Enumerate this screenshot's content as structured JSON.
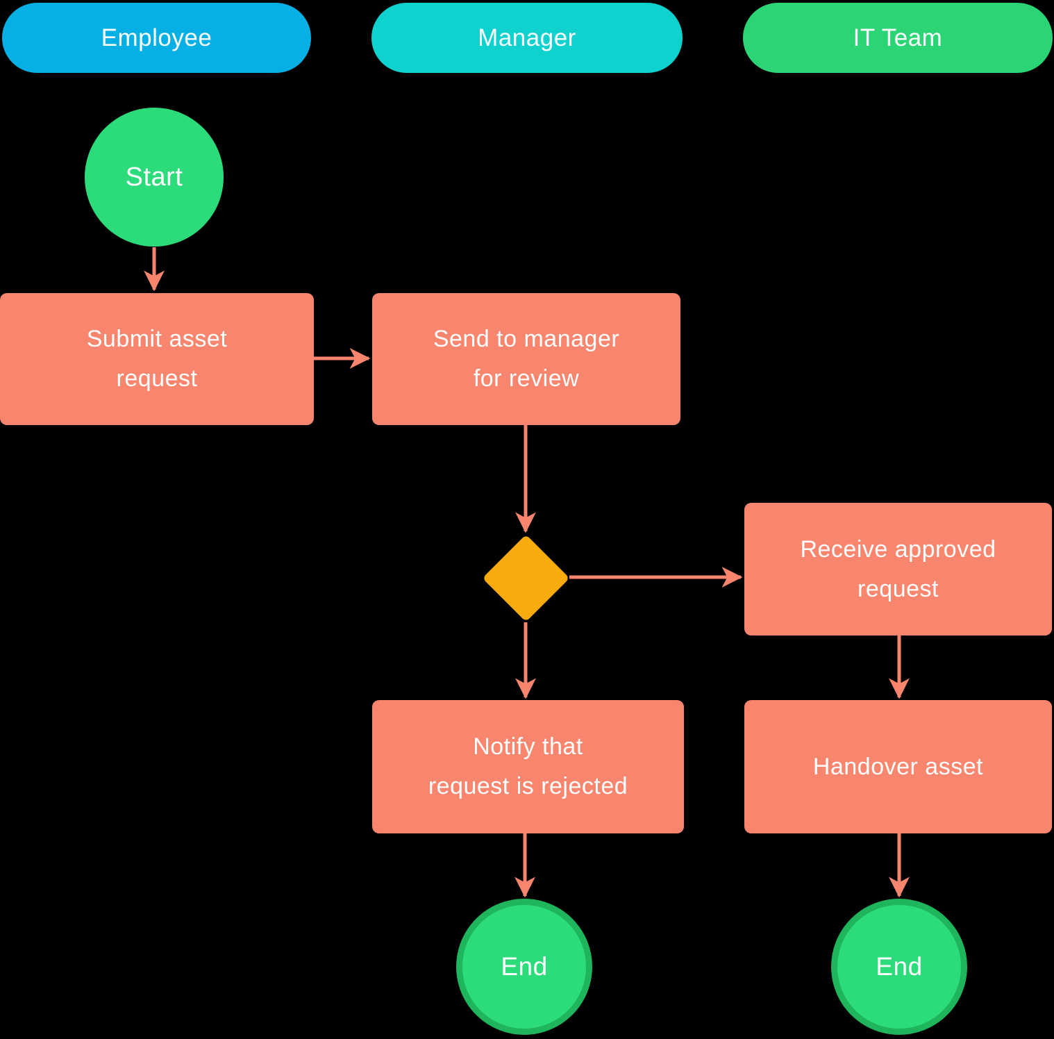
{
  "diagram": {
    "type": "flowchart",
    "background": "#000000",
    "edge_color": "#F8856D",
    "lanes": [
      {
        "id": "employee",
        "label": "Employee",
        "color": "#07B0E4"
      },
      {
        "id": "manager",
        "label": "Manager",
        "color": "#0FD1CD"
      },
      {
        "id": "it-team",
        "label": "IT Team",
        "color": "#2BD474"
      }
    ],
    "nodes": [
      {
        "id": "start",
        "type": "start",
        "lane": "employee",
        "label": "Start",
        "fill": "#2CDC7B"
      },
      {
        "id": "submit-asset-request",
        "type": "process",
        "lane": "employee",
        "label": "Submit asset\nrequest",
        "fill": "#F8856D"
      },
      {
        "id": "send-to-manager",
        "type": "process",
        "lane": "manager",
        "label": "Send to manager\nfor review",
        "fill": "#F8856D"
      },
      {
        "id": "approval-decision",
        "type": "decision",
        "lane": "manager",
        "label": "",
        "fill": "#F9AB0E"
      },
      {
        "id": "receive-approved-request",
        "type": "process",
        "lane": "it-team",
        "label": "Receive approved\nrequest",
        "fill": "#F8856D"
      },
      {
        "id": "notify-rejected",
        "type": "process",
        "lane": "manager",
        "label": "Notify that\nrequest is rejected",
        "fill": "#F8856D"
      },
      {
        "id": "handover-asset",
        "type": "process",
        "lane": "it-team",
        "label": "Handover asset",
        "fill": "#F8856D"
      },
      {
        "id": "end-manager",
        "type": "end",
        "lane": "manager",
        "label": "End",
        "fill": "#2CDC7B",
        "border": "#1FB55C"
      },
      {
        "id": "end-it-team",
        "type": "end",
        "lane": "it-team",
        "label": "End",
        "fill": "#2CDC7B",
        "border": "#1FB55C"
      }
    ],
    "edges": [
      {
        "from": "start",
        "to": "submit-asset-request"
      },
      {
        "from": "submit-asset-request",
        "to": "send-to-manager"
      },
      {
        "from": "send-to-manager",
        "to": "approval-decision"
      },
      {
        "from": "approval-decision",
        "to": "receive-approved-request"
      },
      {
        "from": "approval-decision",
        "to": "notify-rejected"
      },
      {
        "from": "receive-approved-request",
        "to": "handover-asset"
      },
      {
        "from": "notify-rejected",
        "to": "end-manager"
      },
      {
        "from": "handover-asset",
        "to": "end-it-team"
      }
    ]
  }
}
